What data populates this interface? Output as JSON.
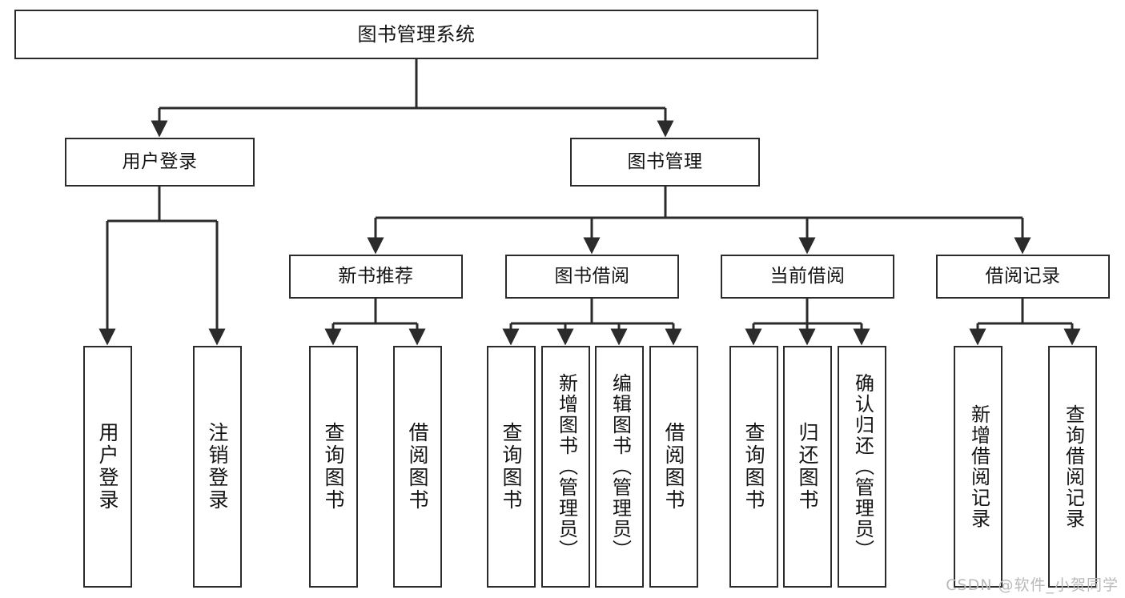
{
  "diagram": {
    "title": "图书管理系统",
    "type": "tree-hierarchy",
    "root": {
      "id": "root",
      "label": "图书管理系统"
    },
    "level2": [
      {
        "id": "user-login",
        "label": "用户登录"
      },
      {
        "id": "book-manage",
        "label": "图书管理"
      }
    ],
    "level3": [
      {
        "id": "new-book-recommend",
        "label": "新书推荐",
        "parent": "book-manage"
      },
      {
        "id": "book-borrow",
        "label": "图书借阅",
        "parent": "book-manage"
      },
      {
        "id": "current-borrow",
        "label": "当前借阅",
        "parent": "book-manage"
      },
      {
        "id": "borrow-record",
        "label": "借阅记录",
        "parent": "book-manage"
      }
    ],
    "leaves": {
      "user_login": [
        {
          "id": "leaf-user-login",
          "label": "用户登录"
        },
        {
          "id": "leaf-logout-login",
          "label": "注销登录"
        }
      ],
      "new_book_recommend": [
        {
          "id": "leaf-query-book-1",
          "label": "查询图书"
        },
        {
          "id": "leaf-borrow-book-1",
          "label": "借阅图书"
        }
      ],
      "book_borrow": [
        {
          "id": "leaf-query-book-2",
          "label": "查询图书"
        },
        {
          "id": "leaf-add-book",
          "label": "新增图书（管理员）"
        },
        {
          "id": "leaf-edit-book",
          "label": "编辑图书（管理员）"
        },
        {
          "id": "leaf-borrow-book-2",
          "label": "借阅图书"
        }
      ],
      "current_borrow": [
        {
          "id": "leaf-query-book-3",
          "label": "查询图书"
        },
        {
          "id": "leaf-return-book",
          "label": "归还图书"
        },
        {
          "id": "leaf-confirm-return",
          "label": "确认归还（管理员）"
        }
      ],
      "borrow_record": [
        {
          "id": "leaf-add-borrow-record",
          "label": "新增借阅记录"
        },
        {
          "id": "leaf-query-borrow-record",
          "label": "查询借阅记录"
        }
      ]
    }
  },
  "watermark": {
    "text": "CSDN @软件_小贺同学"
  },
  "colors": {
    "stroke": "#2b2b2b",
    "fill": "#ffffff",
    "text": "#141414",
    "watermark": "#b9b9b9"
  }
}
